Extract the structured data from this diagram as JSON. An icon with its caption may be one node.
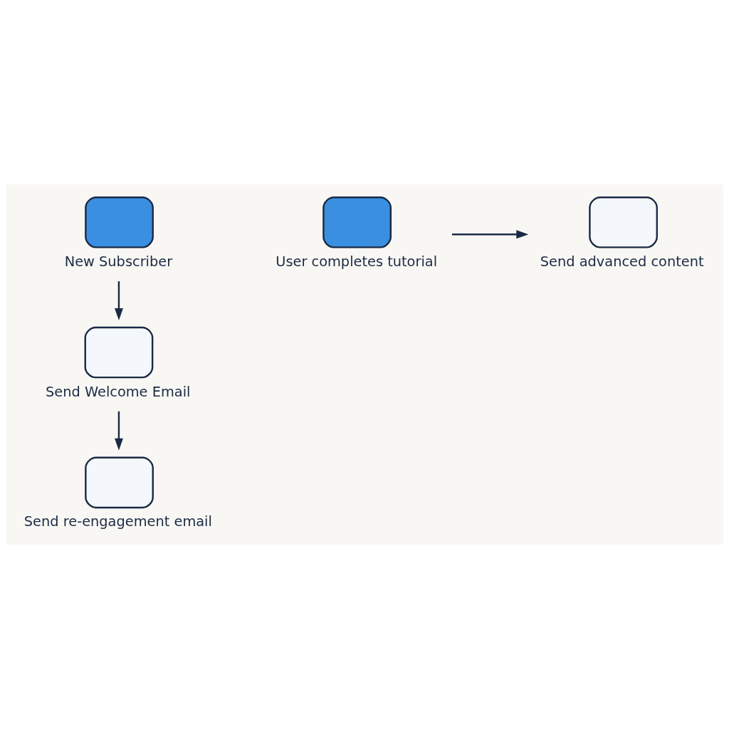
{
  "diagram": {
    "nodes": [
      {
        "text": [
          "New Subscriber"
        ]
      },
      {
        "text": [
          "Send Welcome Email"
        ]
      },
      {
        "text": [
          "User completes tutorial"
        ]
      },
      {
        "text": [
          "Send advanced content"
        ]
      },
      {
        "text": [
          "Send re-engagement email"
        ]
      }
    ],
    "edges": [
      {
        "from": 0,
        "to": 1,
        "arrow": "to"
      },
      {
        "from": 1,
        "to": 4,
        "arrow": "to"
      },
      {
        "from": 2,
        "to": 3,
        "arrow": "to"
      }
    ]
  }
}
